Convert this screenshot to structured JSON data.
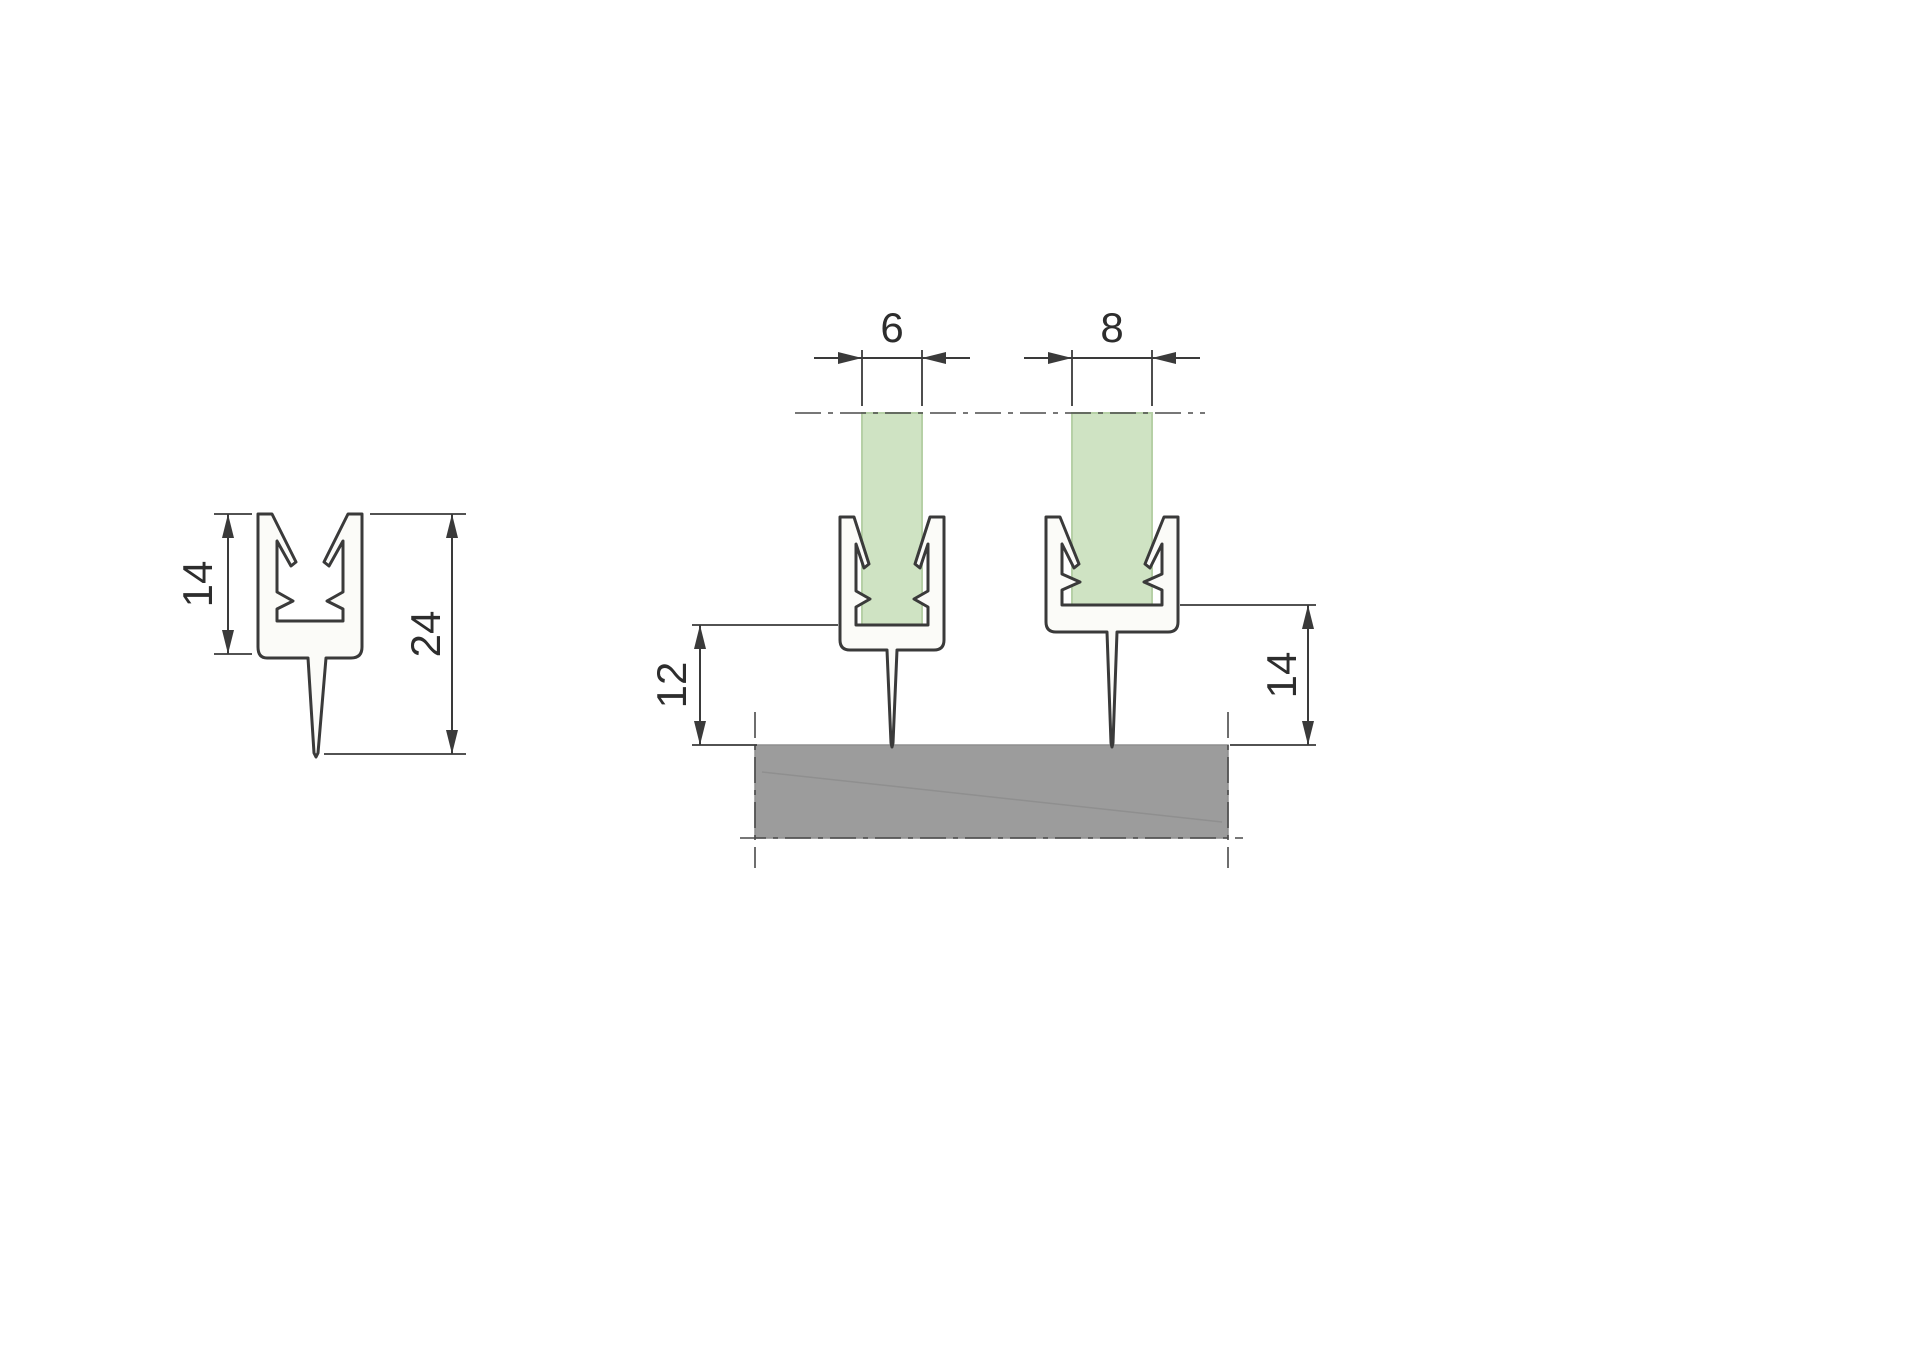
{
  "drawing": {
    "dims": {
      "profile_inner_height": "14",
      "profile_total_height": "24",
      "glass_thickness_left": "6",
      "glass_thickness_right": "8",
      "install_height_left": "12",
      "install_height_right": "14"
    },
    "colors": {
      "glass": "#cfe3c3",
      "sill": "#9c9c9c",
      "profile_fill": "#fbfbf8",
      "line": "#3a3a3a",
      "background": "#ffffff"
    }
  }
}
